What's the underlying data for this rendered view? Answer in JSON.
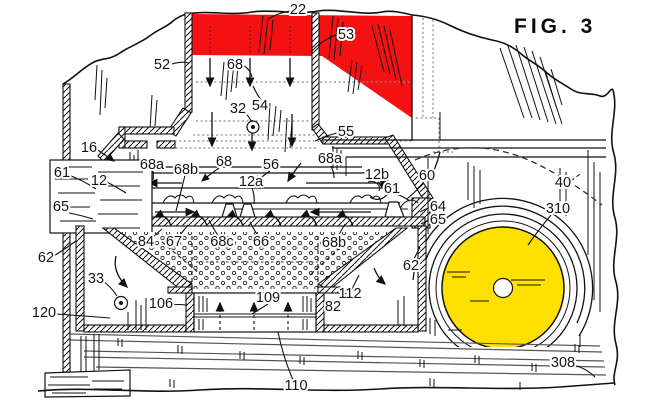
{
  "figure": {
    "title": "FIG. 3",
    "kind": "patent cross-section drawing",
    "colors": {
      "highlight_red": "#f31111",
      "wheel_yellow": "#ffe000",
      "ink": "#111111",
      "hidden_line_gray": "#8a8a8a",
      "background": "#ffffff"
    }
  },
  "labels": {
    "fig_title": "FIG. 3",
    "n22": "22",
    "n53": "53",
    "n52": "52",
    "n68_chute": "68",
    "n32": "32",
    "n54": "54",
    "n55": "55",
    "n16": "16",
    "n61_left": "61",
    "n12": "12",
    "n68a_left": "68a",
    "n68b_left": "68b",
    "n68_center": "68",
    "n56": "56",
    "n12a": "12a",
    "n68a_right": "68a",
    "n12b": "12b",
    "n60": "60",
    "n61_right": "61",
    "n64": "64",
    "n65_left": "65",
    "n65_right": "65",
    "n62_left": "62",
    "n62_right": "62",
    "n33": "33",
    "n120": "120",
    "n84": "84",
    "n67": "67",
    "n68c": "68c",
    "n66": "66",
    "n68b_right": "68b",
    "n106": "106",
    "n109": "109",
    "n82": "82",
    "n112": "112",
    "n110": "110",
    "n40": "40",
    "n310": "310",
    "n308": "308"
  }
}
